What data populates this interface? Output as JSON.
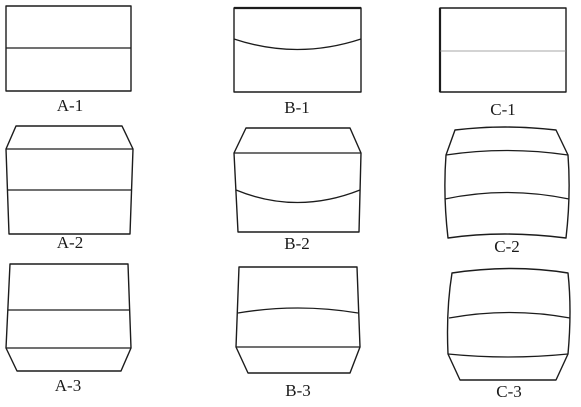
{
  "figure": {
    "panels": [
      {
        "id": "A-1",
        "label": "A-1"
      },
      {
        "id": "B-1",
        "label": "B-1"
      },
      {
        "id": "C-1",
        "label": "C-1"
      },
      {
        "id": "A-2",
        "label": "A-2"
      },
      {
        "id": "B-2",
        "label": "B-2"
      },
      {
        "id": "C-2",
        "label": "C-2"
      },
      {
        "id": "A-3",
        "label": "A-3"
      },
      {
        "id": "B-3",
        "label": "B-3"
      },
      {
        "id": "C-3",
        "label": "C-3"
      }
    ]
  }
}
